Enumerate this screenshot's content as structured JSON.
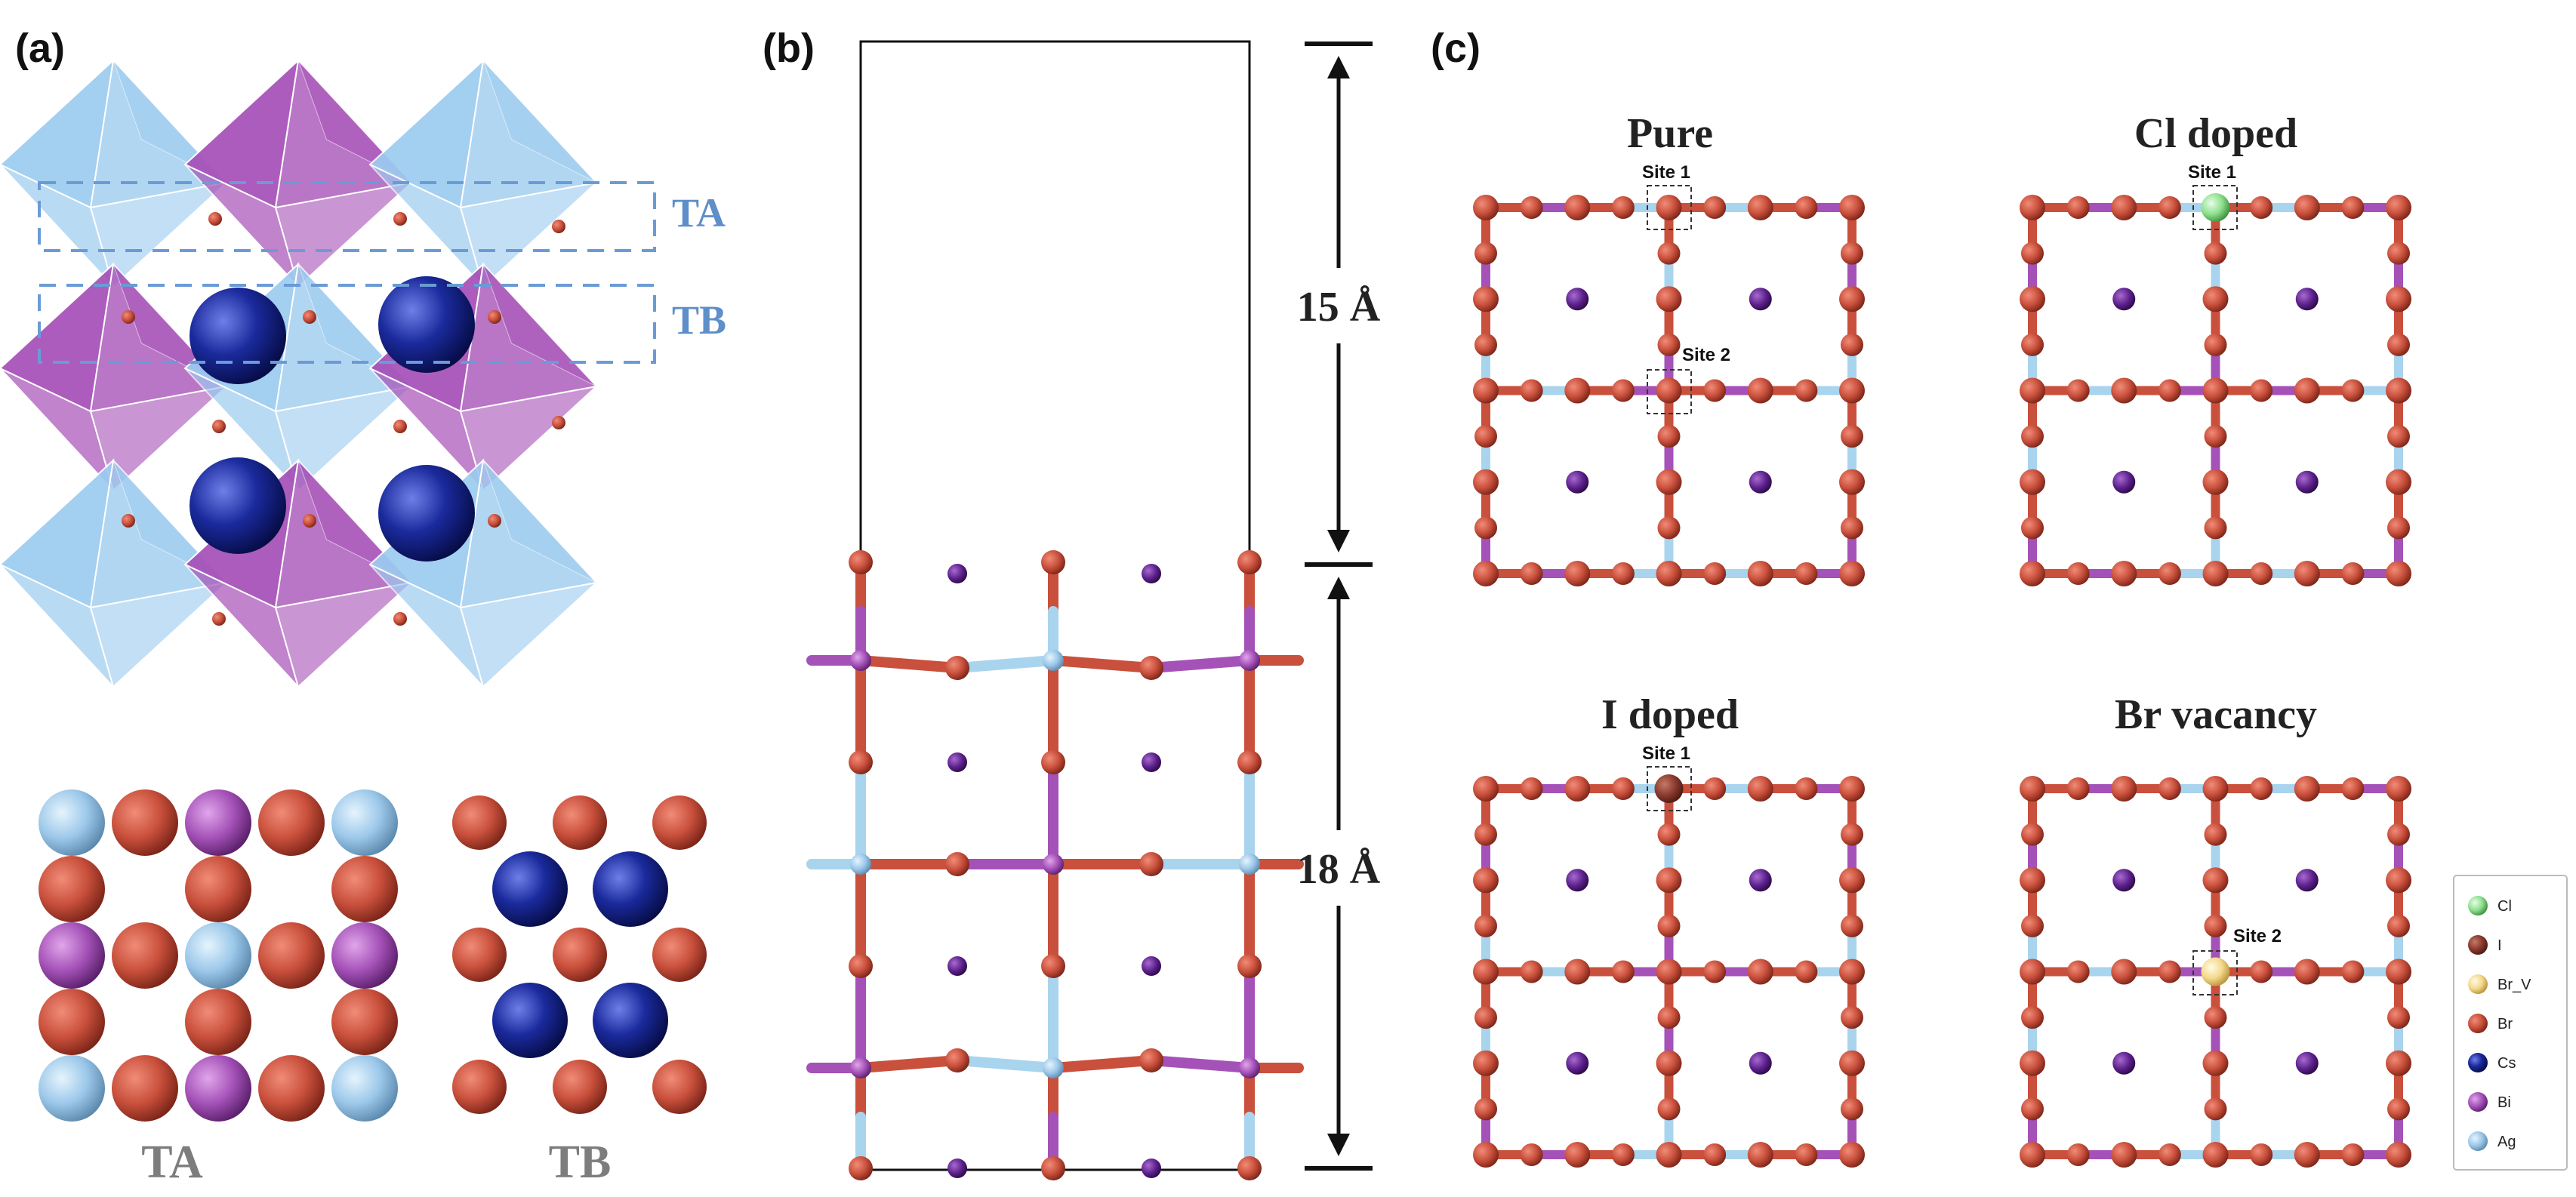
{
  "panels": {
    "a": {
      "label": "(a)",
      "slab_labels": [
        "TA",
        "TB"
      ],
      "bottom_labels": [
        "TA",
        "TB"
      ]
    },
    "b": {
      "label": "(b)",
      "vacuum_label": "15 Å",
      "slab_label": "18 Å"
    },
    "c": {
      "label": "(c)",
      "subpanels": [
        {
          "title": "Pure",
          "sites": [
            "Site 1",
            "Site 2"
          ]
        },
        {
          "title": "Cl doped",
          "sites": [
            "Site 1"
          ]
        },
        {
          "title": "I doped",
          "sites": [
            "Site 1"
          ]
        },
        {
          "title": "Br vacancy",
          "sites": [
            "Site 2"
          ]
        }
      ]
    }
  },
  "legend": [
    {
      "label": "Cl",
      "color": "#8fe08f"
    },
    {
      "label": "I",
      "color": "#8b3a2e"
    },
    {
      "label": "Br_V",
      "color": "#f3d98b"
    },
    {
      "label": "Br",
      "color": "#c9503c"
    },
    {
      "label": "Cs",
      "color": "#1a2a9c"
    },
    {
      "label": "Bi",
      "color": "#a552b8"
    },
    {
      "label": "Ag",
      "color": "#9cc8ea"
    }
  ],
  "colors": {
    "br": "#c9503c",
    "ag": "#a9d4ee",
    "bi": "#a552b8",
    "cs": "#1a2a9c",
    "bi_atom": "#6b2a8c",
    "ag_octa": "#9ccbef",
    "bi_octa": "#a64fb7"
  }
}
